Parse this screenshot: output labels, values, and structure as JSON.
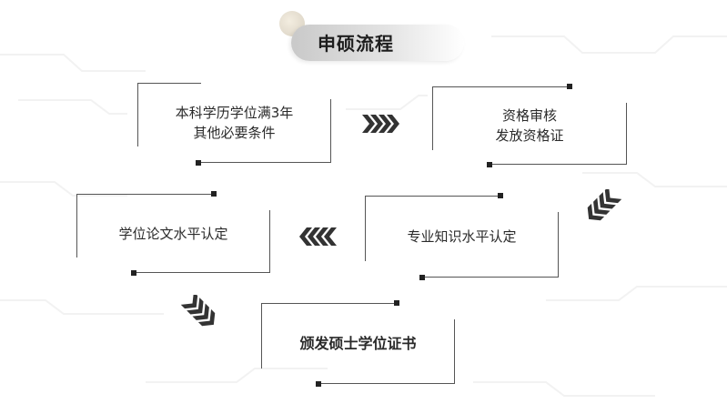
{
  "title": "申硕流程",
  "steps": {
    "step1": {
      "line1": "本科学历学位满3年",
      "line2": "其他必要条件"
    },
    "step2": {
      "line1": "资格审核",
      "line2": "发放资格证"
    },
    "step3": {
      "line1": "专业知识水平认定"
    },
    "step4": {
      "line1": "学位论文水平认定"
    },
    "step5": {
      "line1": "颁发硕士学位证书"
    }
  },
  "colors": {
    "text": "#2a2a2a",
    "border": "#555555",
    "arrow": "#333333",
    "pill": "#d6d6d6"
  },
  "arrows": [
    {
      "name": "arrow-right-icon",
      "direction": "right"
    },
    {
      "name": "arrow-down-left-icon",
      "direction": "down-left"
    },
    {
      "name": "arrow-left-icon",
      "direction": "left"
    },
    {
      "name": "arrow-down-right-icon",
      "direction": "down-right"
    }
  ]
}
